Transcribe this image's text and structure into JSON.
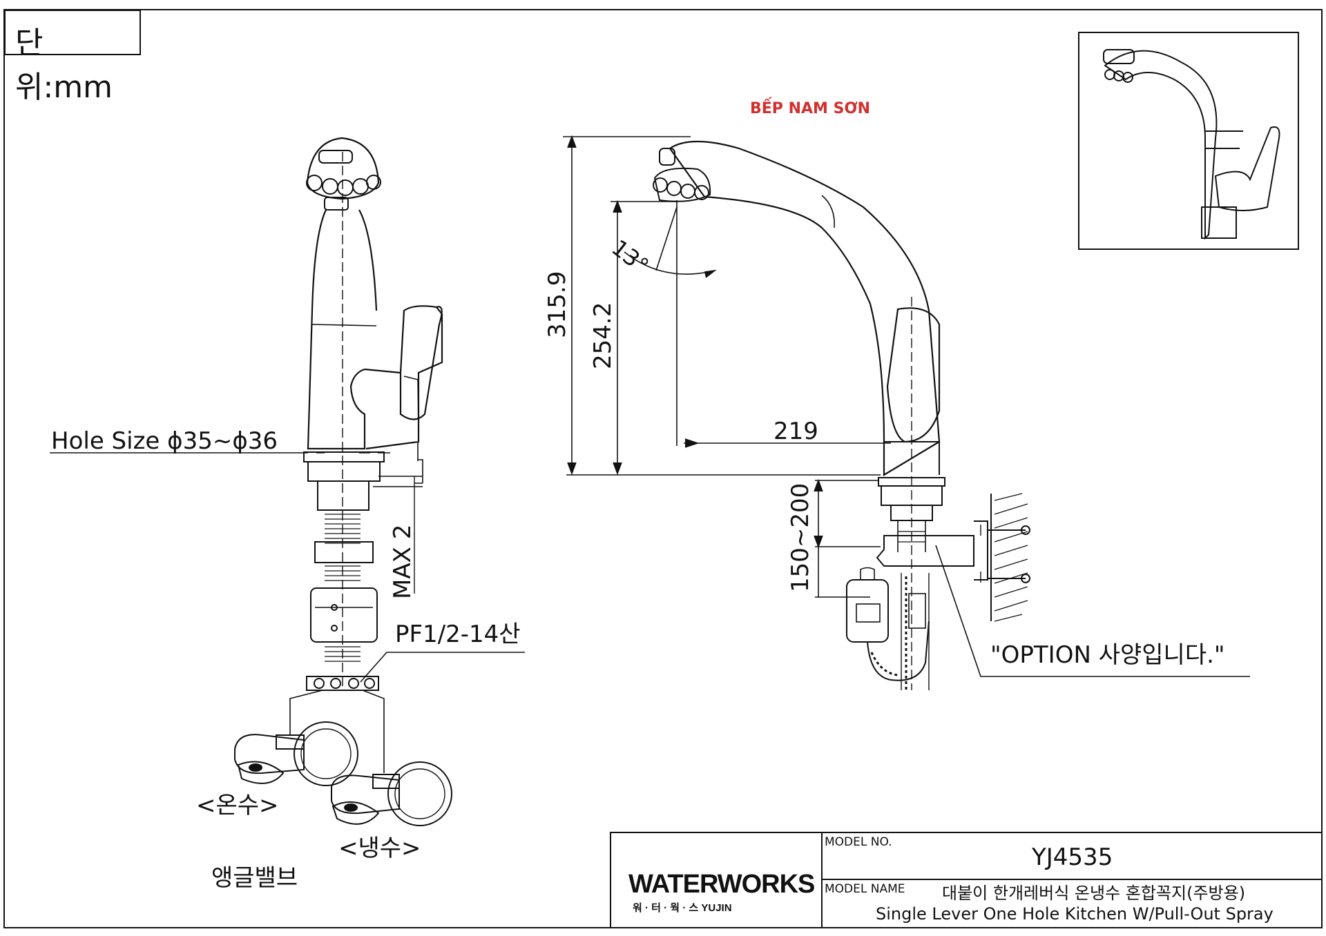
{
  "unit": "단위:mm",
  "watermark": "BẾP NAM SƠN",
  "left_view": {
    "hole_size": "Hole Size ϕ35~ϕ36",
    "max": "MAX 2",
    "pf": "PF1/2-14산",
    "hot": "<온수>",
    "cold": "<냉수>",
    "angle_valve": "앵글밸브"
  },
  "side_view": {
    "height_total": "315.9",
    "height_spout": "254.2",
    "angle": "13°",
    "reach": "219",
    "mount_range": "150~200",
    "option_note": "\"OPTION 사양입니다.\""
  },
  "title_block": {
    "logo_text": "WATERWORKS",
    "logo_sub": "워 · 터 · 웍 · 스  YUJIN",
    "model_no_label": "MODEL NO.",
    "model_no": "YJ4535",
    "model_name_label": "MODEL NAME",
    "model_name_ko": "대붙이 한개레버식 온냉수 혼합꼭지(주방용)",
    "model_name_en": "Single Lever One Hole Kitchen W/Pull-Out Spray"
  }
}
